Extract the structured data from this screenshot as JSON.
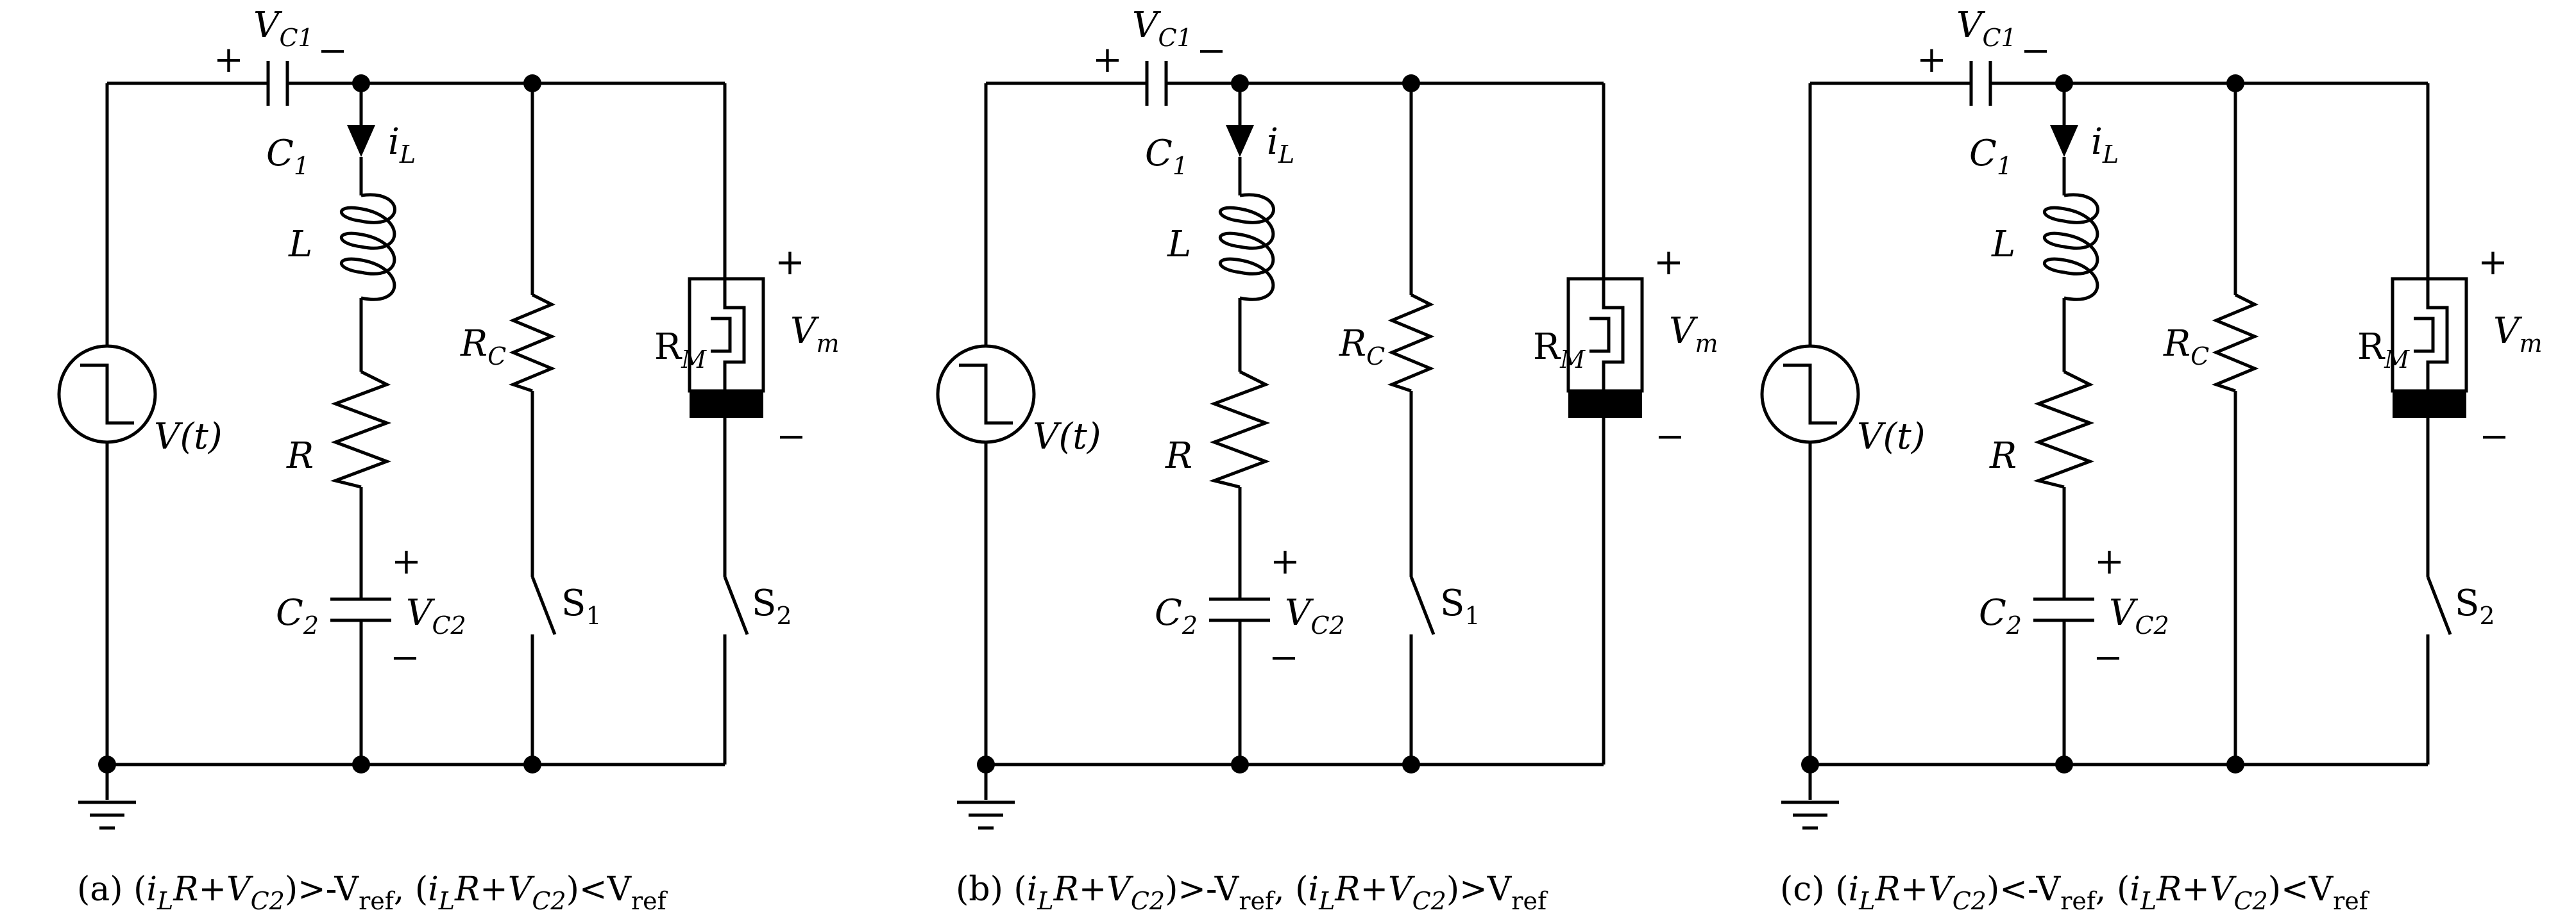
{
  "panels": [
    {
      "id": "a",
      "caption": "(a) (i_LR+V_C2)>-V_ref, (i_LR+V_C2)<V_ref",
      "caption_parts": {
        "letter": "(a)",
        "cond1_op": ">",
        "cond1_sign": "-",
        "cond2_op": "<",
        "cond2_sign": ""
      },
      "has_s1": true,
      "has_s2": true
    },
    {
      "id": "b",
      "caption": "(b) (i_LR+V_C2)>-V_ref, (i_LR+V_C2)>V_ref",
      "caption_parts": {
        "letter": "(b)",
        "cond1_op": ">",
        "cond1_sign": "-",
        "cond2_op": ">",
        "cond2_sign": ""
      },
      "has_s1": true,
      "has_s2": false
    },
    {
      "id": "c",
      "caption": "(c) (i_LR+V_C2)<-V_ref, (i_LR+V_C2)<V_ref",
      "caption_parts": {
        "letter": "(c)",
        "cond1_op": "<",
        "cond1_sign": "-",
        "cond2_op": "<",
        "cond2_sign": ""
      },
      "has_s1": false,
      "has_s2": true
    }
  ],
  "labels": {
    "source": "V(t)",
    "c1_main": "C",
    "c1_sub": "1",
    "vc1_main": "V",
    "vc1_sub": "C1",
    "inductor": "L",
    "current_main": "i",
    "current_sub": "L",
    "resistor": "R",
    "c2_main": "C",
    "c2_sub": "2",
    "vc2_main": "V",
    "vc2_sub": "C2",
    "rc_main": "R",
    "rc_sub": "C",
    "rm_main": "R",
    "rm_sub": "M",
    "vm_main": "V",
    "vm_sub": "m",
    "s1_main": "S",
    "s1_sub": "1",
    "s2_main": "S",
    "s2_sub": "2",
    "plus": "+",
    "minus": "−",
    "ref_sub": "ref",
    "il_main": "i",
    "il_sub": "L",
    "r_term": "R+V",
    "c2_term": "C2",
    "close_paren": ")",
    "comma": ","
  }
}
